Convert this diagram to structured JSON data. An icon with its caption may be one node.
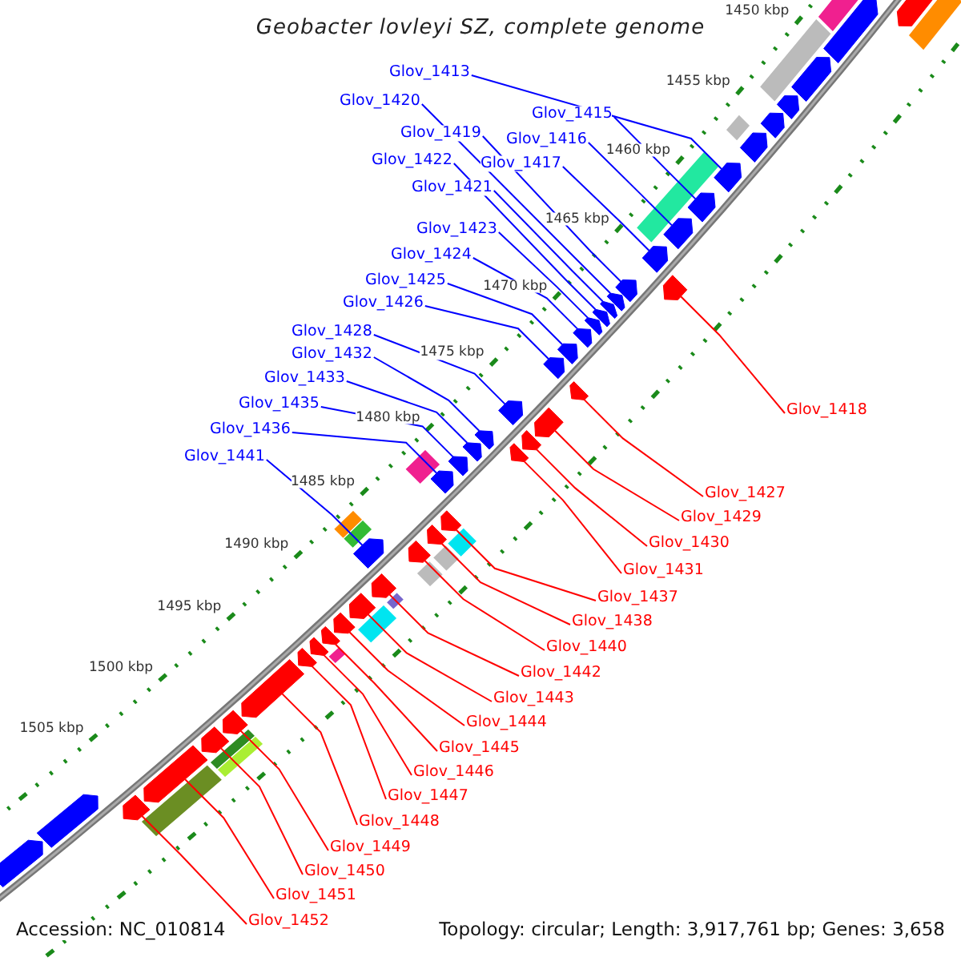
{
  "diagram": {
    "title": "Geobacter lovleyi SZ, complete genome",
    "nodes": [
      {
        "text": [
          "Glov_1413"
        ]
      },
      {
        "text": [
          "Glov_1420"
        ]
      },
      {
        "text": [
          "Glov_1415"
        ]
      },
      {
        "text": [
          "Glov_1419"
        ]
      },
      {
        "text": [
          "Glov_1416"
        ]
      },
      {
        "text": [
          "Glov_1422"
        ]
      },
      {
        "text": [
          "Glov_1417"
        ]
      },
      {
        "text": [
          "Glov_1421"
        ]
      },
      {
        "text": [
          "Glov_1423"
        ]
      },
      {
        "text": [
          "Glov_1424"
        ]
      },
      {
        "text": [
          "Glov_1425"
        ]
      },
      {
        "text": [
          "Glov_1426"
        ]
      },
      {
        "text": [
          "Glov_1428"
        ]
      },
      {
        "text": [
          "Glov_1432"
        ]
      },
      {
        "text": [
          "Glov_1433"
        ]
      },
      {
        "text": [
          "Glov_1435"
        ]
      },
      {
        "text": [
          "Glov_1418"
        ]
      },
      {
        "text": [
          "Glov_1436"
        ]
      },
      {
        "text": [
          "Glov_1441"
        ]
      },
      {
        "text": [
          "Glov_1427"
        ]
      },
      {
        "text": [
          "Glov_1429"
        ]
      },
      {
        "text": [
          "Glov_1430"
        ]
      },
      {
        "text": [
          "Glov_1431"
        ]
      },
      {
        "text": [
          "Glov_1437"
        ]
      },
      {
        "text": [
          "Glov_1438"
        ]
      },
      {
        "text": [
          "Glov_1440"
        ]
      },
      {
        "text": [
          "Glov_1442"
        ]
      },
      {
        "text": [
          "Glov_1443"
        ]
      },
      {
        "text": [
          "Glov_1444"
        ]
      },
      {
        "text": [
          "Glov_1445"
        ]
      },
      {
        "text": [
          "Glov_1446"
        ]
      },
      {
        "text": [
          "Glov_1447"
        ]
      },
      {
        "text": [
          "Glov_1448"
        ]
      },
      {
        "text": [
          "Glov_1449"
        ]
      },
      {
        "text": [
          "Glov_1450"
        ]
      },
      {
        "text": [
          "Glov_1451"
        ]
      },
      {
        "text": [
          "Glov_1452"
        ]
      },
      {
        "text": [],
        "shape": "pentagon"
      },
      {
        "text": [],
        "shape": "pentagon"
      },
      {
        "text": [],
        "shape": "pentagon"
      },
      {
        "text": [],
        "shape": "pentagon"
      },
      {
        "text": [],
        "shape": "pentagon"
      },
      {
        "text": [],
        "shape": "pentagon"
      },
      {
        "text": [],
        "shape": "pentagon"
      },
      {
        "text": [],
        "shape": "pentagon"
      },
      {
        "text": [],
        "shape": "pentagon"
      },
      {
        "text": [],
        "shape": "pentagon"
      },
      {
        "text": [],
        "shape": "pentagon"
      },
      {
        "text": [],
        "shape": "pentagon"
      },
      {
        "text": [],
        "shape": "pentagon"
      },
      {
        "text": [],
        "shape": "pentagon"
      },
      {
        "text": [],
        "shape": "pentagon"
      },
      {
        "text": [],
        "shape": "pentagon"
      },
      {
        "text": [],
        "shape": "pentagon"
      },
      {
        "text": [],
        "shape": "pentagon"
      },
      {
        "text": [],
        "shape": "pentagon"
      },
      {
        "text": [],
        "shape": "pentagon"
      },
      {
        "text": [],
        "shape": "pentagon"
      },
      {
        "text": [],
        "shape": "pentagon"
      },
      {
        "text": [],
        "shape": "pentagon"
      },
      {
        "text": [],
        "shape": "pentagon"
      },
      {
        "text": [],
        "shape": "pentagon"
      },
      {
        "text": [],
        "shape": "pentagon"
      },
      {
        "text": [],
        "shape": "pentagon"
      },
      {
        "text": [],
        "shape": "pentagon"
      },
      {
        "text": [],
        "shape": "pentagon"
      },
      {
        "text": [],
        "shape": "pentagon"
      },
      {
        "text": [],
        "shape": "pentagon"
      },
      {
        "text": [],
        "shape": "pentagon"
      },
      {
        "text": [],
        "shape": "pentagon"
      },
      {
        "text": [],
        "shape": "pentagon"
      },
      {
        "text": [],
        "shape": "pentagon"
      },
      {
        "text": [],
        "shape": "pentagon"
      },
      {
        "text": [],
        "shape": "pentagon"
      },
      {
        "text": [],
        "shape": "pentagon"
      },
      {
        "text": [],
        "shape": "pentagon"
      },
      {
        "text": [],
        "shape": "pentagon"
      },
      {
        "text": [],
        "shape": "pentagon"
      },
      {
        "text": [],
        "shape": "pentagon"
      },
      {
        "text": [],
        "shape": "pentagon"
      },
      {
        "text": [],
        "shape": "pentagon"
      },
      {
        "text": [],
        "shape": "pentagon"
      }
    ],
    "edges": [
      {
        "from": 0,
        "to": 37,
        "arrow": "none",
        "color": "#0000ff"
      },
      {
        "from": 1,
        "to": 38,
        "arrow": "none",
        "color": "#0000ff"
      },
      {
        "from": 2,
        "to": 39,
        "arrow": "none",
        "color": "#0000ff"
      },
      {
        "from": 3,
        "to": 40,
        "arrow": "none",
        "color": "#0000ff"
      },
      {
        "from": 4,
        "to": 41,
        "arrow": "none",
        "color": "#0000ff"
      },
      {
        "from": 5,
        "to": 42,
        "arrow": "none",
        "color": "#0000ff"
      },
      {
        "from": 6,
        "to": 43,
        "arrow": "none",
        "color": "#0000ff"
      },
      {
        "from": 7,
        "to": 44,
        "arrow": "none",
        "color": "#0000ff"
      },
      {
        "from": 8,
        "to": 45,
        "arrow": "none",
        "color": "#0000ff"
      },
      {
        "from": 9,
        "to": 46,
        "arrow": "none",
        "color": "#0000ff"
      },
      {
        "from": 10,
        "to": 47,
        "arrow": "none",
        "color": "#0000ff"
      },
      {
        "from": 11,
        "to": 48,
        "arrow": "none",
        "color": "#0000ff"
      },
      {
        "from": 12,
        "to": 49,
        "arrow": "none",
        "color": "#0000ff"
      },
      {
        "from": 13,
        "to": 50,
        "arrow": "none",
        "color": "#0000ff"
      },
      {
        "from": 14,
        "to": 51,
        "arrow": "none",
        "color": "#0000ff"
      },
      {
        "from": 15,
        "to": 52,
        "arrow": "none",
        "color": "#0000ff"
      },
      {
        "from": 16,
        "to": 53,
        "arrow": "none",
        "color": "#ff0000"
      },
      {
        "from": 17,
        "to": 54,
        "arrow": "none",
        "color": "#0000ff"
      },
      {
        "from": 18,
        "to": 55,
        "arrow": "none",
        "color": "#0000ff"
      },
      {
        "from": 19,
        "to": 56,
        "arrow": "none",
        "color": "#ff0000"
      },
      {
        "from": 20,
        "to": 57,
        "arrow": "none",
        "color": "#ff0000"
      },
      {
        "from": 21,
        "to": 58,
        "arrow": "none",
        "color": "#ff0000"
      },
      {
        "from": 22,
        "to": 59,
        "arrow": "none",
        "color": "#ff0000"
      },
      {
        "from": 23,
        "to": 60,
        "arrow": "none",
        "color": "#ff0000"
      },
      {
        "from": 24,
        "to": 61,
        "arrow": "none",
        "color": "#ff0000"
      },
      {
        "from": 25,
        "to": 62,
        "arrow": "none",
        "color": "#ff0000"
      },
      {
        "from": 26,
        "to": 63,
        "arrow": "none",
        "color": "#ff0000"
      },
      {
        "from": 27,
        "to": 64,
        "arrow": "none",
        "color": "#ff0000"
      },
      {
        "from": 28,
        "to": 65,
        "arrow": "none",
        "color": "#ff0000"
      },
      {
        "from": 29,
        "to": 66,
        "arrow": "none",
        "color": "#ff0000"
      },
      {
        "from": 30,
        "to": 67,
        "arrow": "none",
        "color": "#ff0000"
      },
      {
        "from": 31,
        "to": 68,
        "arrow": "none",
        "color": "#ff0000"
      },
      {
        "from": 32,
        "to": 69,
        "arrow": "none",
        "color": "#ff0000"
      },
      {
        "from": 33,
        "to": 70,
        "arrow": "none",
        "color": "#ff0000"
      },
      {
        "from": 34,
        "to": 71,
        "arrow": "none",
        "color": "#ff0000"
      },
      {
        "from": 35,
        "to": 72,
        "arrow": "none",
        "color": "#ff0000"
      },
      {
        "from": 36,
        "to": 73,
        "arrow": "none",
        "color": "#ff0000"
      }
    ],
    "labels": [
      "1450 kbp",
      "1455 kbp",
      "1460 kbp",
      "1465 kbp",
      "1470 kbp",
      "1475 kbp",
      "1480 kbp",
      "1485 kbp",
      "1490 kbp",
      "1495 kbp",
      "1500 kbp",
      "1505 kbp",
      "Accession: NC_010814",
      "Topology: circular; Length: 3,917,761 bp; Genes: 3,658"
    ]
  }
}
